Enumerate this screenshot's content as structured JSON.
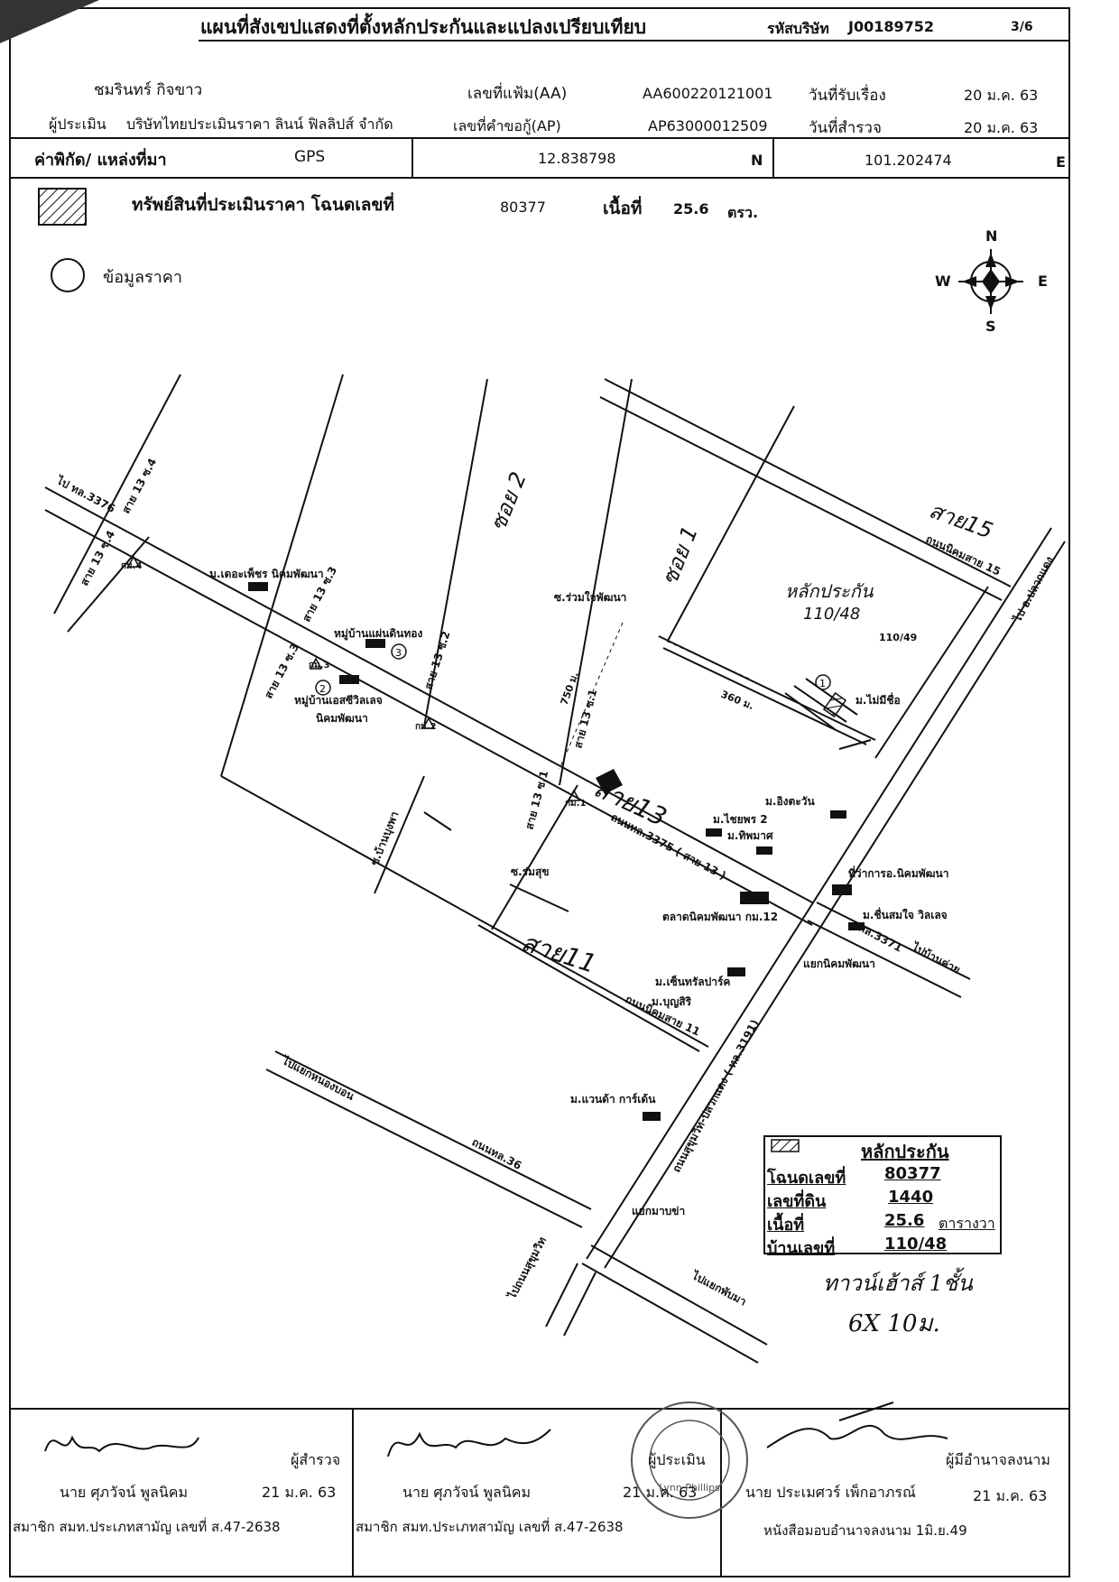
{
  "header": {
    "title": "แผนที่สังเขปแสดงที่ตั้งหลักประกันและแปลงเปรียบเทียบ",
    "company_code_label": "รหัสบริษัท",
    "company_code": "J00189752",
    "page": "3/6"
  },
  "row1": {
    "customer_name": "ชมรินทร์ กิจขาว",
    "file_no_label": "เลขที่แฟ้ม(AA)",
    "file_no": "AA600220121001",
    "received_label": "วันที่รับเรื่อง",
    "received_date": "20 ม.ค. 63"
  },
  "row2": {
    "appraiser_label": "ผู้ประเมิน",
    "appraiser": "บริษัทไทยประเมินราคา ลินน์ ฟิลลิปส์ จำกัด",
    "request_no_label": "เลขที่คำขอกู้(AP)",
    "request_no": "AP63000012509",
    "survey_label": "วันที่สำรวจ",
    "survey_date": "20 ม.ค. 63"
  },
  "coords": {
    "label": "ค่าพิกัด/ แหล่งที่มา",
    "source": "GPS",
    "lat": "12.838798",
    "lat_dir": "N",
    "lon": "101.202474",
    "lon_dir": "E"
  },
  "legend_top": {
    "property_label": "ทรัพย์สินที่ประเมินราคา โฉนดเลขที่",
    "deed_no": "80377",
    "area_label": "เนื้อที่",
    "area": "25.6",
    "area_unit": "ตรว.",
    "price_label": "ข้อมูลราคา"
  },
  "compass": {
    "n": "N",
    "s": "S",
    "e": "E",
    "w": "W"
  },
  "map_labels": {
    "to_3376": "ไป ทล.3376",
    "sai13_s4_top": "สาย 13 ซ.4",
    "sai13_s4": "สาย 13 ซ.4",
    "km4": "กม.4",
    "der_petch": "ม.เดอะเพ็ชร นิคมพัฒนา",
    "sai13_s3_top": "สาย 13 ซ.3",
    "moo_baan_phaendin": "หมู่บ้านแผ่นดินทอง",
    "circle3": "3",
    "sai13_s3": "สาย 13 ซ.3",
    "km3": "กม.3",
    "circle2": "2",
    "moo_baan_esc": "หมู่บ้านเอสซีวิลเลจ",
    "nikhom_phatthana": "นิคมพัฒนา",
    "km2": "กม.2",
    "sai13_s2": "สาย 13 ซ.2",
    "soi2_hand": "ซอย 2",
    "soi1_hand": "ซอย 1",
    "ruam_jai": "ซ.ร่วมใจพัฒนา",
    "dist_750": "750 ม.",
    "sai13_s1_top": "สาย 13 ซ.1",
    "sai13_s1": "สาย 13 ซ.1",
    "km1": "กม.1",
    "sai13_hand": "สาย13",
    "collateral_hand": "หลักประกัน",
    "collateral_no_hand": "110/48",
    "no_110_49": "110/49",
    "dist_360": "360 ม.",
    "circle1": "1",
    "no_name_village": "ม.ไม่มีชื่อ",
    "sai15_hand": "สาย15",
    "nikhom_sai15": "ถนนนิคมสาย 15",
    "to_pluak_daeng_top": "ไป อ.ปลวกแดง",
    "ban_bung_pha": "ซ.บ้านบุงพา",
    "rom_suk": "ซ.ร่มสุข",
    "road_3375": "ถนนทล.3375 ( สาย 13 )",
    "chaiyaporn": "ม.ไชยพร 2",
    "thipmas": "ม.ทิพมาศ",
    "ing_tawan": "ม.อิงตะวัน",
    "district_office": "ที่ว่าการอ.นิคมพัฒนา",
    "chuen_som_jai": "ม.ชื่นสมใจ วิลเลจ",
    "market": "ตลาดนิคมพัฒนา กม.12",
    "road_3371": "ทล.3371",
    "to_ban_khai": "ไปบ้านค่าย",
    "nikhom_junction": "แยกนิคมพัฒนา",
    "sai11_hand": "สาย11",
    "central_park": "ม.เซ็นทรัลปาร์ค",
    "bunsiri": "ม.บุญสิริ",
    "nikhom_sai11": "ถนนนิคมสาย 11",
    "sukhumvit": "ถนนสุขุมวิท-ปลวกแดง ( ทล.3191)",
    "to_nong_bon": "ไปแยกหนองบอน",
    "road_36": "ถนนทล.36",
    "vanda_garden": "ม.แวนด้า การ์เด้น",
    "map_ya_junction": "แยกมาบข่า",
    "to_sukhumvit": "ไปถนนสุขุมวิท",
    "to_phu_ma": "ไปแยกพับมา"
  },
  "collateral_box": {
    "title": "หลักประกัน",
    "deed_label": "โฉนดเลขที่",
    "deed_no": "80377",
    "land_label": "เลขที่ดิน",
    "land_no": "1440",
    "area_label": "เนื้อที่",
    "area": "25.6",
    "area_unit": "ตารางวา",
    "house_label": "บ้านเลขที่",
    "house_no": "110/48",
    "note1": "ทาวน์เฮ้าส์ 1ชั้น",
    "note2": "6X 10ม."
  },
  "signatures": {
    "surveyor_role": "ผู้สำรวจ",
    "surveyor_name": "นาย ศุภวัจน์ พูลนิคม",
    "surveyor_date": "21 ม.ค. 63",
    "surveyor_member": "สมาชิก สมท.ประเภทสามัญ เลขที่ ส.47-2638",
    "appraiser_role": "ผู้ประเมิน",
    "appraiser_name": "นาย ศุภวัจน์ พูลนิคม",
    "appraiser_date": "21 ม.ค. 63",
    "appraiser_member": "สมาชิก สมท.ประเภทสามัญ เลขที่ ส.47-2638",
    "authorized_role": "ผู้มีอำนาจลงนาม",
    "authorized_name": "นาย ประเมศวร์ เพ็กอาภรณ์",
    "authorized_date": "21 ม.ค. 63",
    "authorized_doc": "หนังสือมอบอำนาจลงนาม 1มิ.ย.49",
    "seal_text": "Lynn Phillips"
  }
}
